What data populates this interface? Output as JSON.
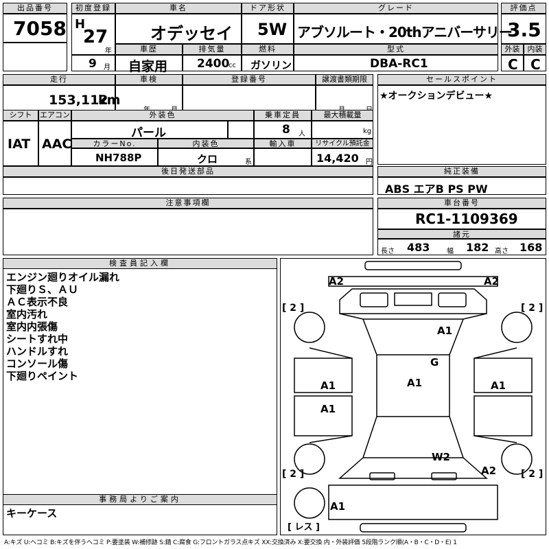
{
  "header": {
    "lot_label": "出品番号",
    "lot": "7058",
    "first_reg_label": "初度登録",
    "era": "H",
    "year": "27",
    "year_unit": "年",
    "month": "9",
    "month_unit": "月",
    "car_name_label": "車名",
    "car_name": "オデッセイ",
    "door_label": "ドア形状",
    "door": "5W",
    "grade_label": "グレード",
    "grade": "アブソルート・20thアニバーサリー",
    "score_label": "評価点",
    "score": "3.5",
    "history_label": "車歴",
    "history": "自家用",
    "displacement_label": "排気量",
    "displacement": "2400",
    "displacement_unit": "cc",
    "fuel_label": "燃料",
    "fuel": "ガソリン",
    "model_label": "型式",
    "model": "DBA-RC1",
    "exterior_label": "外装",
    "exterior": "C",
    "interior_label": "内装",
    "interior": "C"
  },
  "row2": {
    "mileage_label": "走行",
    "mileage": "153,112",
    "mileage_unit": "km",
    "inspection_label": "車検",
    "insp_year_unit": "年",
    "insp_month_unit": "月",
    "reg_no_label": "登録番号",
    "transfer_label": "譲渡書類期限",
    "transfer_month_unit": "月",
    "transfer_day_unit": "日",
    "sales_label": "セールスポイント",
    "sales_point": "★オークションデビュー★",
    "shift_label": "シフト",
    "shift": "IAT",
    "aircon_label": "エアコン",
    "aircon": "AAC",
    "ext_color_label": "外装色",
    "ext_color": "パール",
    "capacity_label": "乗車定員",
    "capacity": "8",
    "capacity_unit": "人",
    "max_load_label": "最大積載量",
    "max_load_unit": "kg",
    "color_no_label": "カラーNo.",
    "color_no": "NH788P",
    "int_color_label": "内装色",
    "int_color": "クロ",
    "int_color_unit": "系",
    "import_label": "輸入車",
    "recycle_label": "リサイクル預託金",
    "recycle": "14,420",
    "recycle_unit": "円",
    "later_parts_label": "後日発送部品",
    "equipment_label": "純正装備",
    "equipment": "ABS エアB PS PW",
    "caution_label": "注意事項欄",
    "chassis_label": "車台番号",
    "chassis": "RC1-1109369",
    "spec_label": "諸元",
    "length_label": "長さ",
    "length": "483",
    "width_label": "幅",
    "width": "182",
    "height_label": "高さ",
    "height": "168"
  },
  "inspector": {
    "label": "検査員記入欄",
    "notes": [
      "エンジン廻りオイル漏れ",
      "下廻りＳ、ＡＵ",
      "ＡＣ表示不良",
      "室内汚れ",
      "室内内張傷",
      "シートすれ中",
      "ハンドルすれ",
      "コンソール傷",
      "下廻りペイント"
    ]
  },
  "office": {
    "label": "事務局よりご案内",
    "note": "キーケース"
  },
  "diagram": {
    "marks": {
      "front_left": "A2",
      "front_right": "A2",
      "tire_fl": "[ 2 ]",
      "tire_fr": "[ 2 ]",
      "hood": "A1",
      "windshield": "G",
      "roof": "A1",
      "left_door_front": "A1",
      "left_door_rear": "A1",
      "right_door_front": "A1",
      "rear_glass": "W2",
      "rear_right": "A2",
      "tire_rl": "[ 2 ]",
      "tire_rr": "[ 2 ]",
      "rear_bumper": "A1",
      "spare": "[ レス ]"
    }
  },
  "legend": "A:キズ U:ヘコミ B:キズを伴うヘコミ P:要塗装 W:補修跡 S:錆 C:腐食 G:フロントガラス点キズ XX:交換済み X:要交換 内・外装評価 5段階ランク順(A・B・C・D・E) 1"
}
